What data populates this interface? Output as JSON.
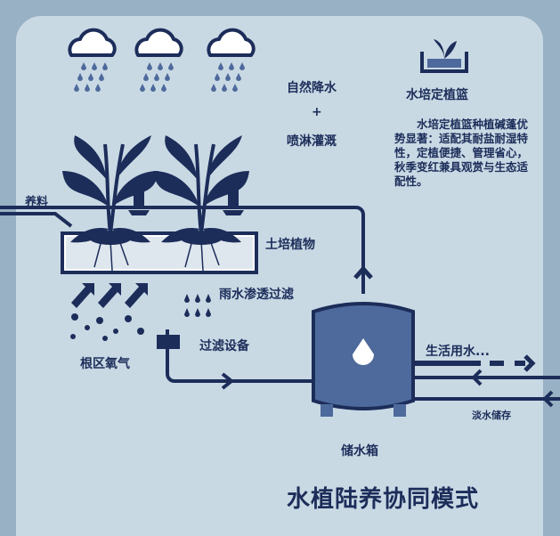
{
  "labels": {
    "natural_rain": "自然降水",
    "plus": "+",
    "sprinkler": "喷淋灌溉",
    "basket_title": "水培定植篮",
    "basket_desc": "水培定植篮种植碱蓬优势显著：适配其耐盐耐湿特性，定植便捷、管理省心，秋季变红兼具观赏与生态适配性。",
    "nutrient": "养料",
    "soil_plant": "土培植物",
    "rain_filter": "雨水渗透过滤",
    "root_oxygen": "根区氧气",
    "filter_device": "过滤设备",
    "domestic_water": "生活用水...",
    "fresh_storage": "淡水储存",
    "tank": "储水箱"
  },
  "title": "水植陆养协同模式",
  "colors": {
    "navy": "#1c2d5a",
    "tank": "#4e6a9c",
    "card": "#c9d9e4",
    "outer": "#98b1c4"
  }
}
